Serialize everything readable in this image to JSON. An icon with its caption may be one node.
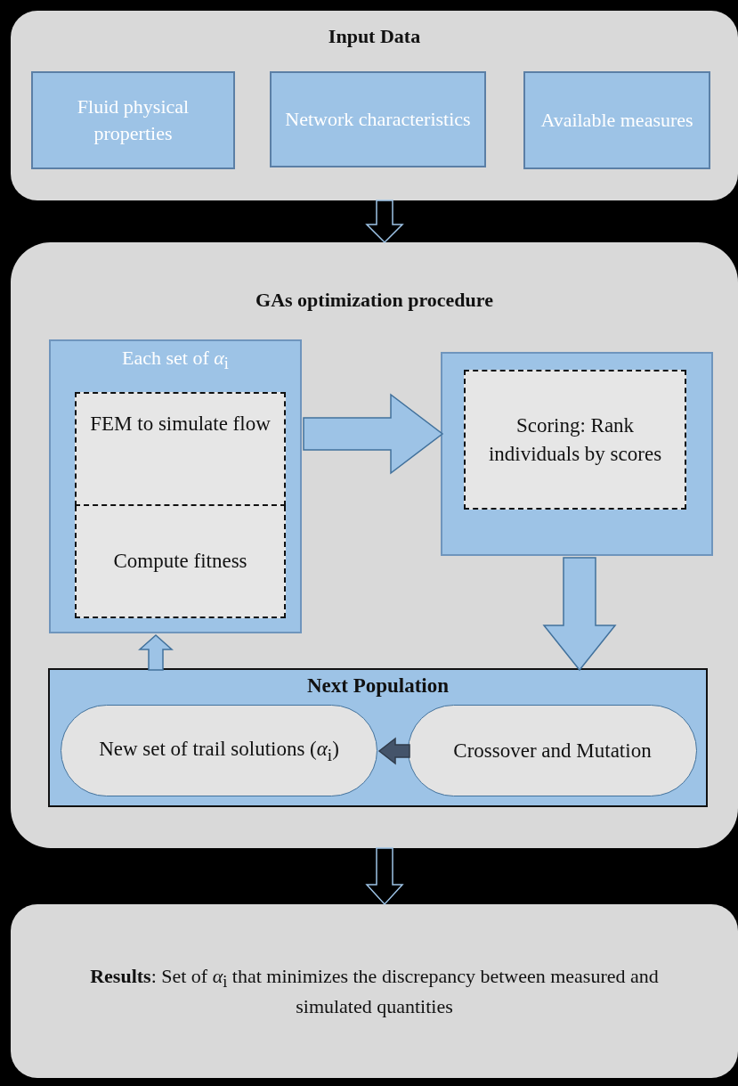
{
  "diagram": {
    "nodes": [
      {
        "text": [
          "Input Data"
        ]
      },
      {
        "text": [
          "Fluid physical properties"
        ],
        "in": 0
      },
      {
        "text": [
          "Network characteristics"
        ],
        "in": 0
      },
      {
        "text": [
          "Available measures"
        ],
        "in": 0
      },
      {
        "text": [
          "GAs optimization procedure"
        ]
      },
      {
        "text": [
          "Each set of *α*$_{i}$"
        ],
        "in": 4
      },
      {
        "text": [
          "FEM to simulate flow"
        ],
        "in": 5
      },
      {
        "text": [
          "Compute fitness"
        ],
        "in": 5
      },
      {
        "text": [],
        "shape": "box",
        "in": 4
      },
      {
        "text": [
          "Scoring: Rank individuals by scores"
        ],
        "in": 8
      },
      {
        "text": [
          "Next Population"
        ],
        "in": 4
      },
      {
        "text": [
          "New set of trail solutions (*α*$_{i}$)"
        ],
        "in": 10
      },
      {
        "text": [
          "Crossover and Mutation"
        ],
        "in": 10
      },
      {
        "text": [
          "**Results**: Set of *α*$_{i}$ that minimizes the discrepancy between measured and simulated quantities"
        ]
      }
    ],
    "edges": [
      {
        "from": 0,
        "to": 4,
        "arrow": "to",
        "color": "#000000"
      },
      {
        "from": 5,
        "to": 8,
        "arrow": "to"
      },
      {
        "from": 8,
        "to": 10,
        "arrow": "to"
      },
      {
        "from": 10,
        "to": 5,
        "arrow": "to"
      },
      {
        "from": 12,
        "to": 11,
        "arrow": "to",
        "color": "#44546a"
      },
      {
        "from": 4,
        "to": 13,
        "arrow": "to",
        "color": "#000000"
      }
    ]
  }
}
